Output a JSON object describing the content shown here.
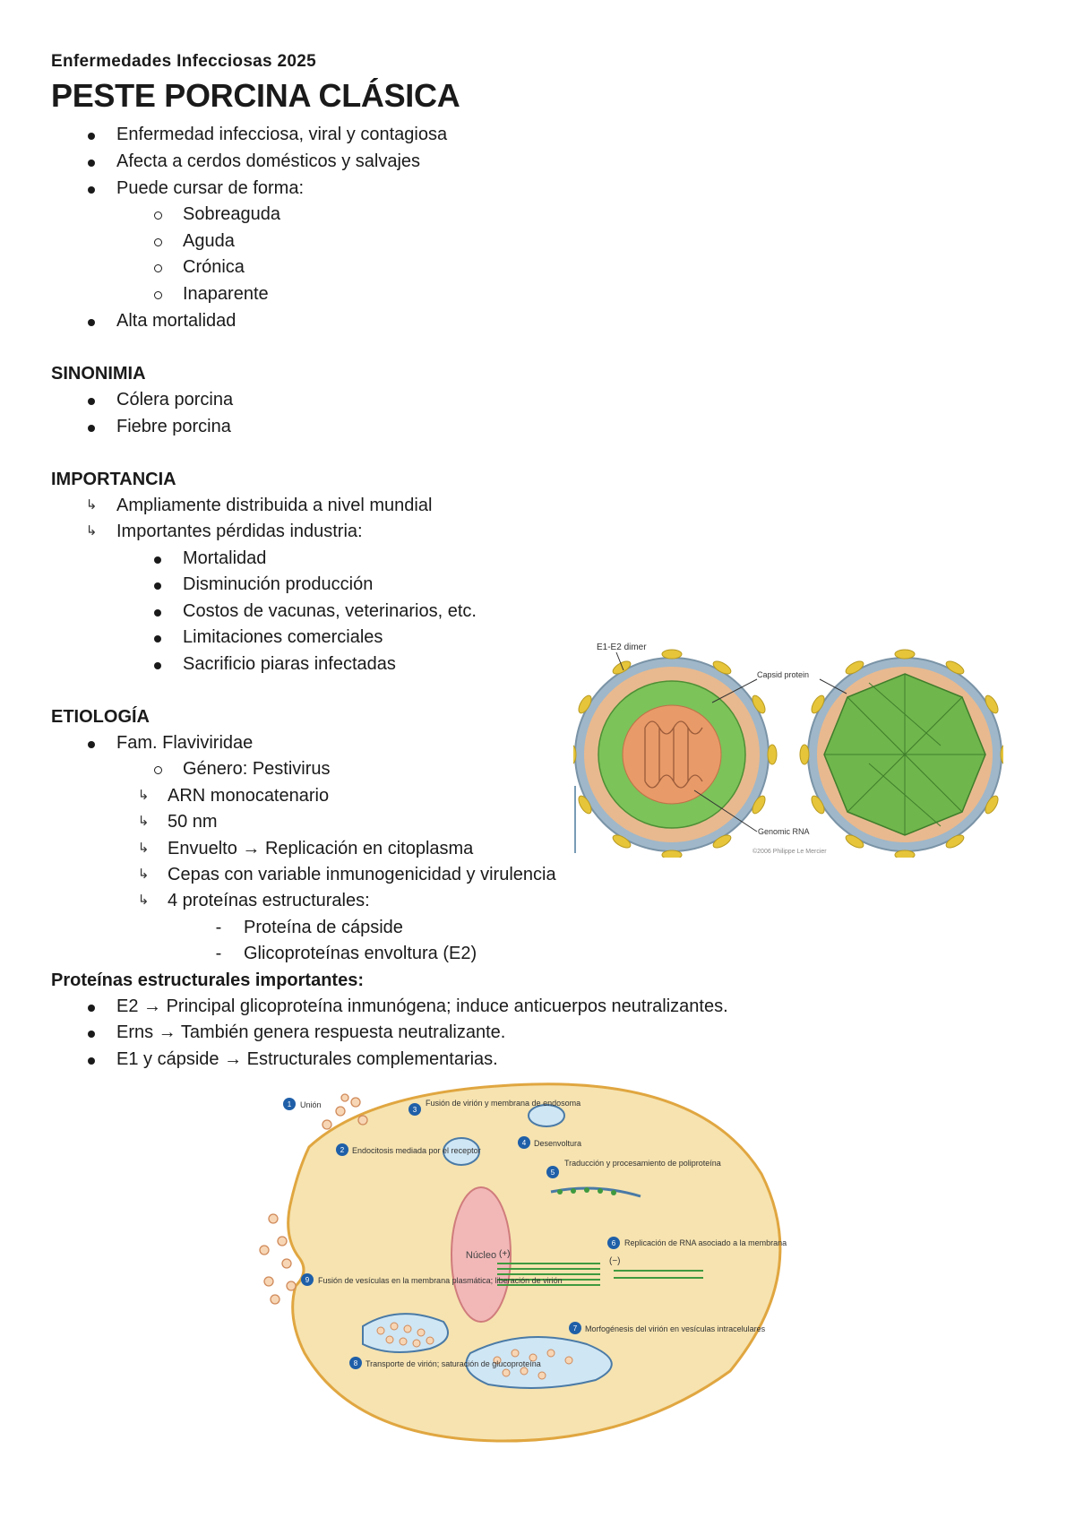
{
  "header": {
    "subtitle": "Enfermedades Infecciosas 2025",
    "title": "PESTE PORCINA CLÁSICA"
  },
  "intro": {
    "items": [
      "Enfermedad infecciosa, viral y contagiosa",
      "Afecta a cerdos domésticos y salvajes",
      "Puede cursar de forma:",
      "Alta mortalidad"
    ],
    "forms": [
      "Sobreaguda",
      "Aguda",
      "Crónica",
      "Inaparente"
    ]
  },
  "sinonimia": {
    "heading": "SINONIMIA",
    "items": [
      "Cólera porcina",
      "Fiebre porcina"
    ]
  },
  "importancia": {
    "heading": "IMPORTANCIA",
    "items": [
      "Ampliamente distribuida a nivel mundial",
      "Importantes pérdidas industria:"
    ],
    "losses": [
      "Mortalidad",
      "Disminución producción",
      "Costos de vacunas, veterinarios, etc.",
      "Limitaciones comerciales",
      "Sacrificio piaras infectadas"
    ]
  },
  "etiologia": {
    "heading": "ETIOLOGÍA",
    "family": "Fam. Flaviviridae",
    "genus": "Género: Pestivirus",
    "traits": [
      "ARN monocatenario",
      "50 nm",
      "Envuelto → Replicación en citoplasma",
      "Cepas con variable inmunogenicidad y virulencia",
      "4 proteínas estructurales:"
    ],
    "proteins": [
      "Proteína de cápside",
      "Glicoproteínas envoltura (E2)"
    ]
  },
  "proteinas": {
    "heading": "Proteínas estructurales importantes:",
    "items": [
      "E2 → Principal glicoproteína inmunógena; induce anticuerpos neutralizantes.",
      "Erns → También genera respuesta neutralizante.",
      "E1 y cápside → Estructurales complementarias."
    ]
  },
  "virion_figure": {
    "labels": {
      "dimer": "E1-E2 dimer",
      "capsid": "Capsid protein",
      "rna": "Genomic RNA",
      "credit": "©2006 Philippe Le Mercier"
    }
  },
  "cycle_figure": {
    "steps": [
      {
        "n": "1",
        "text": "Unión"
      },
      {
        "n": "2",
        "text": "Endocitosis mediada por el receptor"
      },
      {
        "n": "3",
        "text": "Fusión de virión y membrana de endosoma"
      },
      {
        "n": "4",
        "text": "Desenvoltura"
      },
      {
        "n": "5",
        "text": "Traducción y procesamiento de poliproteína"
      },
      {
        "n": "6",
        "text": "Replicación de RNA asociado a la membrana"
      },
      {
        "n": "7",
        "text": "Morfogénesis del virión en vesículas intracelulares"
      },
      {
        "n": "8",
        "text": "Transporte de virión; saturación de glucoproteína"
      },
      {
        "n": "9",
        "text": "Fusión de vesículas en la membrana plasmática; liberación de virión"
      }
    ],
    "nucleus": "Núcleo",
    "plus": "(+)",
    "minus": "(−)"
  },
  "colors": {
    "text": "#1a1a1a",
    "cell_fill": "#f6e3b0",
    "cell_border": "#e0a640",
    "nucleus": "#f2b8b8",
    "capsid_green": "#7cc35a",
    "step_badge": "#1f5fa8"
  }
}
